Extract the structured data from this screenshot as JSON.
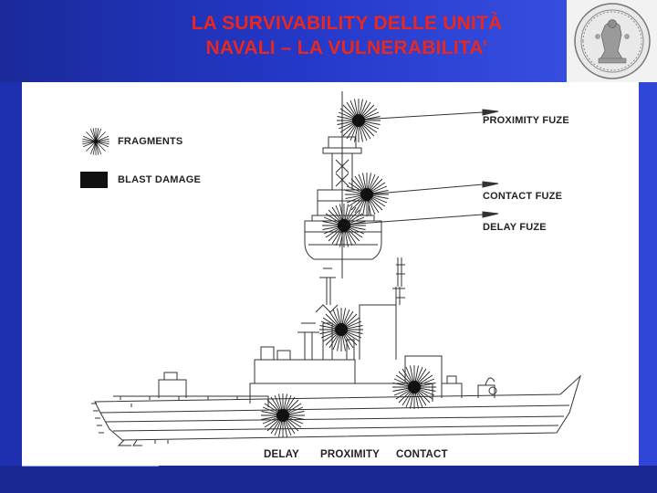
{
  "title": {
    "line1": "LA SURVIVABILITY DELLE UNITÀ",
    "line2": "NAVALI – LA VULNERABILITA’"
  },
  "seal": {
    "icon": "university-seal-icon"
  },
  "legend": {
    "fragments_label": "FRAGMENTS",
    "blast_label": "BLAST DAMAGE"
  },
  "fuzes": {
    "proximity": "PROXIMITY FUZE",
    "contact": "CONTACT FUZE",
    "delay": "DELAY FUZE"
  },
  "bottom_labels": {
    "delay": "DELAY",
    "proximity": "PROXIMITY",
    "contact": "CONTACT"
  },
  "colors": {
    "title": "#e8281e",
    "header": "#2438c8",
    "footer": "#1a2894"
  }
}
